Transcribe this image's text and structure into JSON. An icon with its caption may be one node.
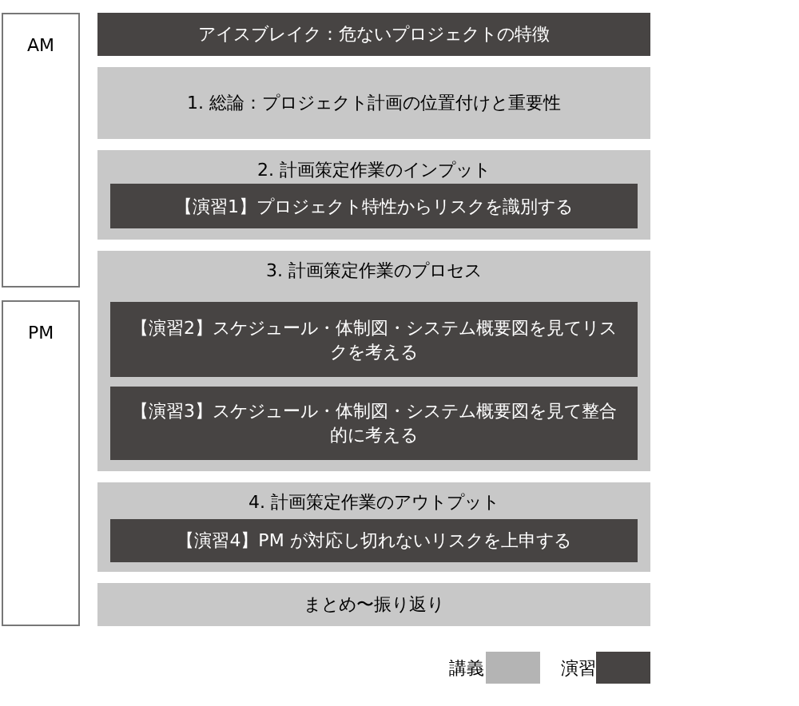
{
  "diagram": {
    "nodes": [
      {
        "text": [
          "AM"
        ]
      },
      {
        "text": [
          "アイスブレイク：危ないプロジェクトの特徴"
        ]
      },
      {
        "text": [
          "1. 総論：プロジェクト計画の位置付けと重要性"
        ]
      },
      {
        "text": [
          "2. 計画策定作業のインプット"
        ]
      },
      {
        "text": [
          "【演習1】プロジェクト特性からリスクを識別する"
        ],
        "in": 3
      },
      {
        "text": [
          "3. 計画策定作業のプロセス"
        ]
      },
      {
        "text": [
          "【演習2】スケジュール・体制図・システム概要図を見てリスクを考える"
        ],
        "in": 5
      },
      {
        "text": [
          "【演習3】スケジュール・体制図・システム概要図を見て整合的に考える"
        ],
        "in": 5
      },
      {
        "text": [
          "PM"
        ]
      },
      {
        "text": [
          "4. 計画策定作業のアウトプット"
        ]
      },
      {
        "text": [
          "【演習4】PM が対応し切れないリスクを上申する"
        ],
        "in": 9
      },
      {
        "text": [
          "まとめ〜振り返り"
        ]
      }
    ],
    "legend": [
      {
        "text": "講義",
        "color": "#b4b4b4"
      },
      {
        "text": "演習",
        "color": "#474443"
      }
    ]
  }
}
